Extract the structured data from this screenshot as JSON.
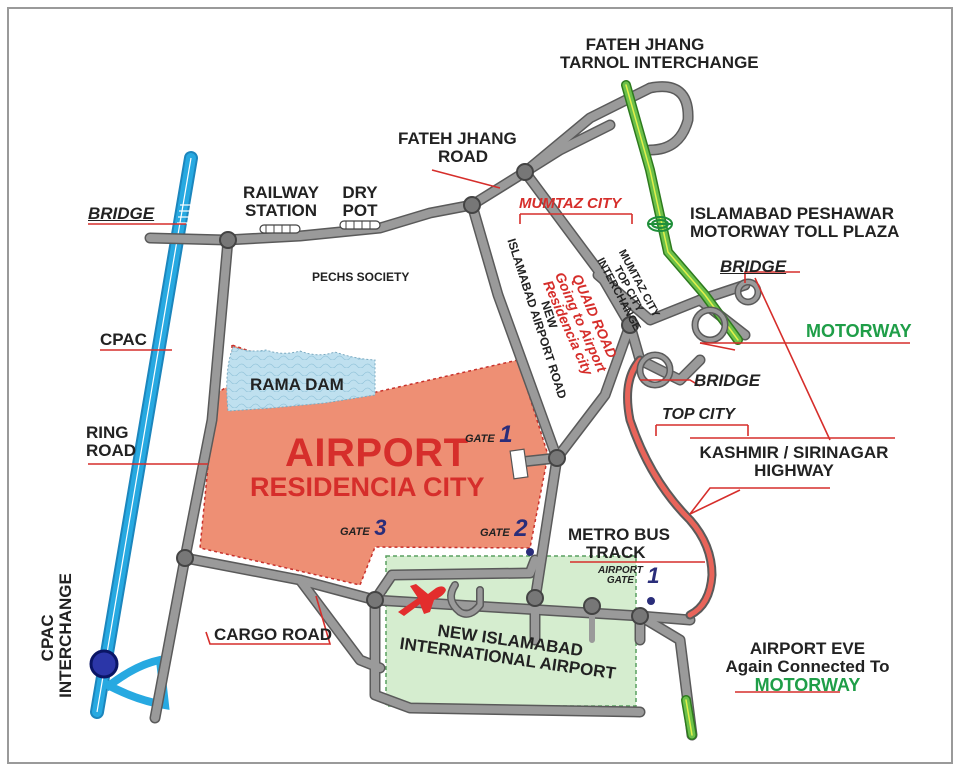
{
  "labels": {
    "fateh_jhang_interchange": [
      "FATEH JHANG",
      "TARNOL INTERCHANGE"
    ],
    "fateh_jhang_road": [
      "FATEH JHANG",
      "ROAD"
    ],
    "railway_station": [
      "RAILWAY",
      "STATION"
    ],
    "dry_pot": [
      "DRY",
      "POT"
    ],
    "bridge_left": "BRIDGE",
    "mumtaz_city": "MUMTAZ CITY",
    "toll_plaza": [
      "ISLAMABAD PESHAWAR",
      "MOTORWAY TOLL PLAZA"
    ],
    "bridge_right_top": "BRIDGE",
    "motorway": "MOTORWAY",
    "bridge_right_mid": "BRIDGE",
    "pechs_society": "PECHS SOCIETY",
    "cpac": "CPAC",
    "rama_dam": "RAMA DAM",
    "ring_road": [
      "RING",
      "ROAD"
    ],
    "airport_residencia_1": "AIRPORT",
    "airport_residencia_2": "RESIDENCIA CITY",
    "gate1_prefix": "GATE",
    "gate1_num": "1",
    "gate2_prefix": "GATE",
    "gate2_num": "2",
    "gate3_prefix": "GATE",
    "gate3_num": "3",
    "quaid_road": [
      "QUAID ROAD",
      "Going to Airport",
      "Residencia city"
    ],
    "new_islamabad_airport_road": [
      "NEW",
      "ISLAMABAD AIRPORT ROAD"
    ],
    "mumtaz_top_city_interchange": [
      "MUMTAZ CITY",
      "TOP CITY",
      "INTERCHANGE"
    ],
    "top_city": "TOP CITY",
    "kashmir_highway": [
      "KASHMIR / SIRINAGAR",
      "HIGHWAY"
    ],
    "metro_bus_track": [
      "METRO BUS",
      "TRACK"
    ],
    "airport_gate1": [
      "AIRPORT",
      "GATE"
    ],
    "airport_gate1_num": "1",
    "cargo_road": "CARGO ROAD",
    "new_islamabad_airport": [
      "NEW ISLAMABAD",
      "INTERNATIONAL AIRPORT"
    ],
    "cpac_interchange": [
      "CPAC",
      "INTERCHANGE"
    ],
    "airport_eve": [
      "AIRPORT EVE",
      "Again Connected To",
      "MOTORWAY"
    ]
  },
  "colors": {
    "road": "#8e8e8e",
    "road_edge": "#5a5a5a",
    "cpac_blue": "#27a9e1",
    "motorway_green": "#6cc04a",
    "motorway_yellow": "#e2f04a",
    "residencia": "#ee8f74",
    "rama_dam": "#bfe0ef",
    "airport_zone": "#d5edcf",
    "metro_red": "#e8645a",
    "leader_red": "#d62e2b",
    "navy": "#2a2d7a",
    "cpac_node": "#2b36a8"
  },
  "icons": [
    "airplane-icon",
    "toll-plaza-icon",
    "railway-station-icon",
    "dry-pot-icon"
  ]
}
